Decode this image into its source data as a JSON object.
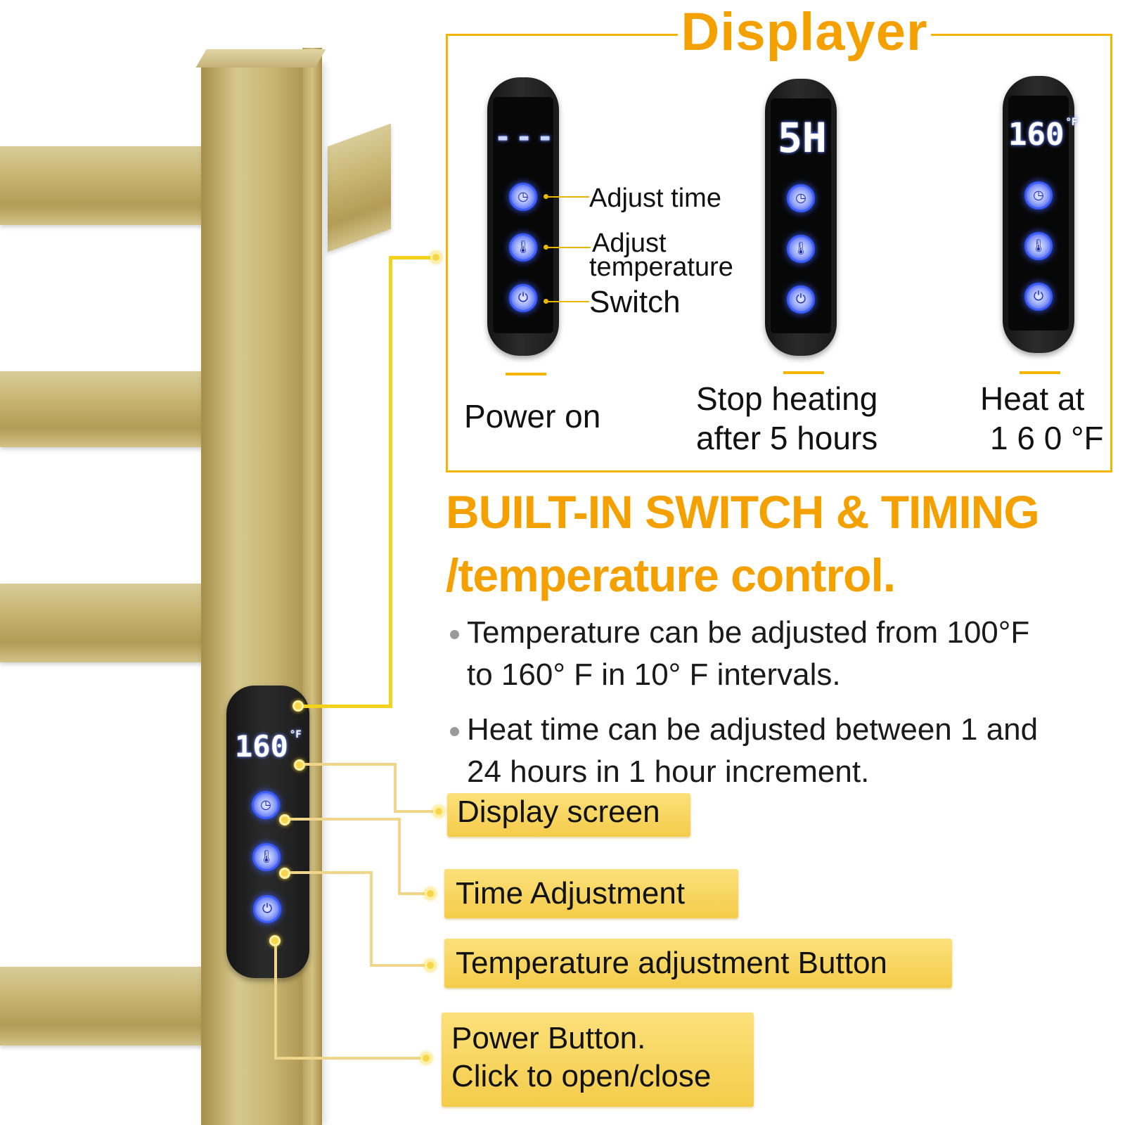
{
  "displayer": {
    "title": "Displayer",
    "callouts": {
      "adjust_time": "Adjust  time",
      "adjust_temperature_1": "Adjust",
      "adjust_temperature_2": "temperature",
      "switch": "Switch"
    },
    "panels": [
      {
        "screen_text": "---",
        "unit": "",
        "caption_1": "Power on",
        "caption_2": ""
      },
      {
        "screen_text": "5H",
        "unit": "",
        "caption_1": "Stop heating",
        "caption_2": "after 5 hours"
      },
      {
        "screen_text": "160",
        "unit": "°F",
        "caption_1": "Heat at",
        "caption_2": "1 6 0 °F"
      }
    ]
  },
  "rack_panel": {
    "screen_text": "160",
    "unit": "°F"
  },
  "headline": {
    "line1": "BUILT-IN SWITCH & TIMING",
    "line2": "/temperature control."
  },
  "bullets": [
    {
      "line1": "Temperature can be adjusted from 100°F",
      "line2": "to 160° F in 10° F intervals."
    },
    {
      "line1": "Heat time can be adjusted between 1 and",
      "line2": "24 hours in 1 hour increment."
    }
  ],
  "tags": {
    "display_screen": "Display screen",
    "time_adjustment": "Time Adjustment",
    "temperature_button": "Temperature adjustment Button",
    "power_button_1": "Power Button.",
    "power_button_2": "Click to open/close"
  },
  "icons": [
    "clock-icon",
    "thermometer-icon",
    "power-icon"
  ],
  "colors": {
    "accent_orange": "#f4a100",
    "frame_gold": "#f4b400",
    "tag_yellow": "#f5cc4a",
    "led_blue": "#3b5cff"
  }
}
